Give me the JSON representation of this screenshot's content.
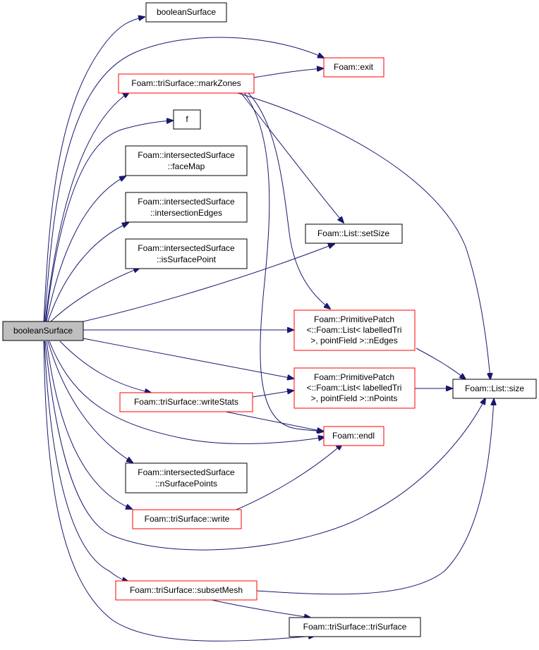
{
  "colors": {
    "edge": "#191970",
    "node_border_plain": "#000000",
    "node_border_linked": "#ff0000",
    "root_fill": "#bfbfbf",
    "node_fill": "#ffffff"
  },
  "nodes": {
    "root": {
      "lines": [
        "booleanSurface"
      ],
      "style": "root"
    },
    "booleanSurfaceCtor": {
      "lines": [
        "booleanSurface"
      ],
      "style": "plain"
    },
    "exit": {
      "lines": [
        "Foam::exit"
      ],
      "style": "linked"
    },
    "markZones": {
      "lines": [
        "Foam::triSurface::markZones"
      ],
      "style": "linked"
    },
    "f": {
      "lines": [
        "f"
      ],
      "style": "plain"
    },
    "faceMap": {
      "lines": [
        "Foam::intersectedSurface",
        "::faceMap"
      ],
      "style": "plain"
    },
    "intersectionEdges": {
      "lines": [
        "Foam::intersectedSurface",
        "::intersectionEdges"
      ],
      "style": "plain"
    },
    "isSurfacePoint": {
      "lines": [
        "Foam::intersectedSurface",
        "::isSurfacePoint"
      ],
      "style": "plain"
    },
    "setSize": {
      "lines": [
        "Foam::List::setSize"
      ],
      "style": "plain"
    },
    "nEdges": {
      "lines": [
        "Foam::PrimitivePatch",
        "<::Foam::List< labelledTri",
        ">, pointField >::nEdges"
      ],
      "style": "linked"
    },
    "nPoints": {
      "lines": [
        "Foam::PrimitivePatch",
        "<::Foam::List< labelledTri",
        ">, pointField >::nPoints"
      ],
      "style": "linked"
    },
    "size": {
      "lines": [
        "Foam::List::size"
      ],
      "style": "plain"
    },
    "writeStats": {
      "lines": [
        "Foam::triSurface::writeStats"
      ],
      "style": "linked"
    },
    "endl": {
      "lines": [
        "Foam::endl"
      ],
      "style": "linked"
    },
    "nSurfacePoints": {
      "lines": [
        "Foam::intersectedSurface",
        "::nSurfacePoints"
      ],
      "style": "plain"
    },
    "write": {
      "lines": [
        "Foam::triSurface::write"
      ],
      "style": "linked"
    },
    "subsetMesh": {
      "lines": [
        "Foam::triSurface::subsetMesh"
      ],
      "style": "linked"
    },
    "triSurfaceCtor": {
      "lines": [
        "Foam::triSurface::triSurface"
      ],
      "style": "plain"
    }
  },
  "edges": [
    [
      "root",
      "booleanSurfaceCtor"
    ],
    [
      "root",
      "exit"
    ],
    [
      "root",
      "markZones"
    ],
    [
      "root",
      "f"
    ],
    [
      "root",
      "faceMap"
    ],
    [
      "root",
      "intersectionEdges"
    ],
    [
      "root",
      "isSurfacePoint"
    ],
    [
      "root",
      "setSize"
    ],
    [
      "root",
      "nEdges"
    ],
    [
      "root",
      "nPoints"
    ],
    [
      "root",
      "writeStats"
    ],
    [
      "root",
      "endl"
    ],
    [
      "root",
      "nSurfacePoints"
    ],
    [
      "root",
      "write"
    ],
    [
      "root",
      "size"
    ],
    [
      "root",
      "subsetMesh"
    ],
    [
      "root",
      "triSurfaceCtor"
    ],
    [
      "markZones",
      "exit"
    ],
    [
      "markZones",
      "setSize"
    ],
    [
      "markZones",
      "nEdges"
    ],
    [
      "markZones",
      "endl"
    ],
    [
      "markZones",
      "size"
    ],
    [
      "nEdges",
      "size"
    ],
    [
      "nPoints",
      "size"
    ],
    [
      "writeStats",
      "nPoints"
    ],
    [
      "writeStats",
      "endl"
    ],
    [
      "write",
      "endl"
    ],
    [
      "subsetMesh",
      "size"
    ],
    [
      "subsetMesh",
      "triSurfaceCtor"
    ]
  ]
}
